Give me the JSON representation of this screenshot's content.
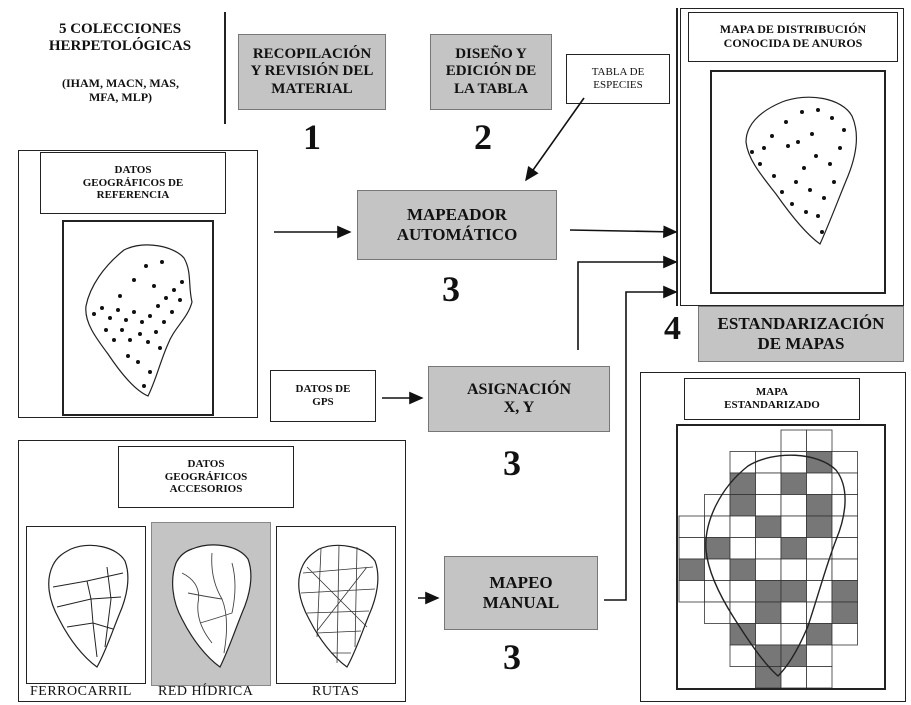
{
  "collections": {
    "title": "5 COLECCIONES\nHERPETOLÓGICAS",
    "subtitle": "(IHAM, MACN, MAS,\nMFA, MLP)"
  },
  "step1": {
    "label": "RECOPILACIÓN\nY REVISIÓN DEL\nMATERIAL",
    "number": "1"
  },
  "step2": {
    "label": "DISEÑO Y\nEDICIÓN DE\nLA TABLA",
    "number": "2"
  },
  "species_table": {
    "label": "TABLA DE\nESPECIES"
  },
  "geo_reference": {
    "label": "DATOS\nGEOGRÁFICOS DE\nREFERENCIA"
  },
  "auto_mapper": {
    "label": "MAPEADOR\nAUTOMÁTICO",
    "number": "3"
  },
  "gps_data": {
    "label": "DATOS DE\nGPS"
  },
  "xy_assignment": {
    "label": "ASIGNACIÓN\nX, Y",
    "number": "3"
  },
  "geo_accessory": {
    "label": "DATOS\nGEOGRÁFICOS\nACCESORIOS"
  },
  "accessory_maps": [
    {
      "caption": "FERROCARRIL"
    },
    {
      "caption": "RED HÍDRICA"
    },
    {
      "caption": "RUTAS"
    }
  ],
  "manual_mapping": {
    "label": "MAPEO\nMANUAL",
    "number": "3"
  },
  "distribution_map": {
    "label": "MAPA DE DISTRIBUCIÓN\nCONOCIDA DE ANUROS"
  },
  "standardization": {
    "label": "ESTANDARIZACIÓN\nDE MAPAS",
    "number": "4"
  },
  "standardized_map": {
    "label": "MAPA\nESTANDARIZADO"
  },
  "colors": {
    "process_fill": "#c4c4c4",
    "dark_cell": "#777777"
  }
}
